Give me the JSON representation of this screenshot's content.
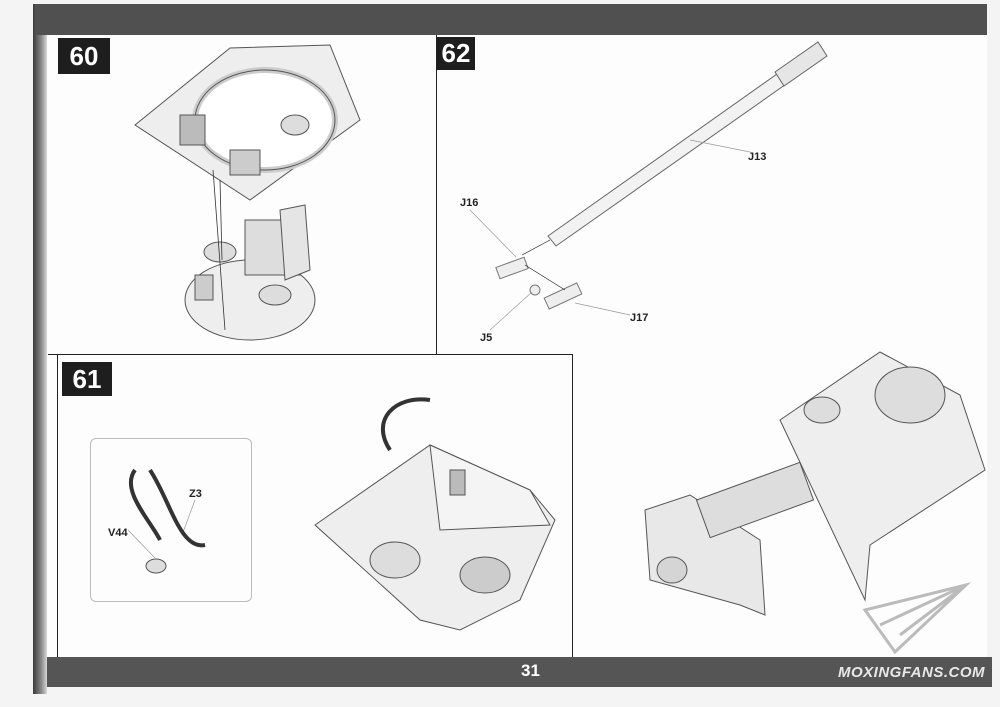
{
  "steps": [
    {
      "number": "60"
    },
    {
      "number": "62",
      "parts": {
        "j13": "J13",
        "j16": "J16",
        "j17": "J17",
        "j5": "J5"
      }
    },
    {
      "number": "61",
      "parts": {
        "z3": "Z3",
        "v44": "V44"
      }
    }
  ],
  "footer": {
    "page_number": "31",
    "watermark": "MOXINGFANS.COM"
  }
}
